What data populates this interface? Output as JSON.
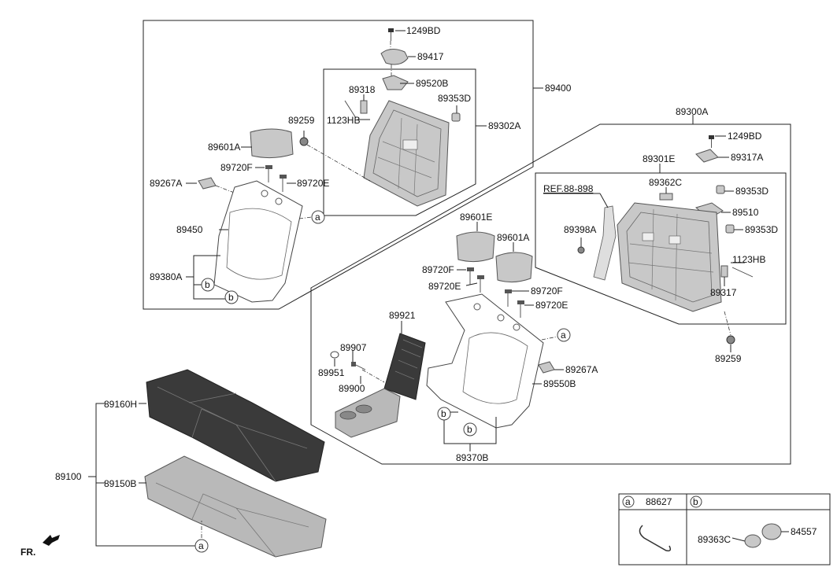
{
  "labels": {
    "p1249BD_a": "1249BD",
    "p89417": "89417",
    "p89318": "89318",
    "p89520B": "89520B",
    "p89400": "89400",
    "p89353D_a": "89353D",
    "p1123HB_a": "1123HB",
    "p89302A": "89302A",
    "p89259_a": "89259",
    "p89601A_a": "89601A",
    "p89720F_a": "89720F",
    "p89267A_a": "89267A",
    "p89720E_a": "89720E",
    "p89450": "89450",
    "p89380A": "89380A",
    "p89300A": "89300A",
    "p1249BD_b": "1249BD",
    "p89317A": "89317A",
    "p89301E": "89301E",
    "p89362C": "89362C",
    "pREF": "REF.88-898",
    "p89353D_b": "89353D",
    "p89510": "89510",
    "p89601E": "89601E",
    "p89601A_b": "89601A",
    "p89398A": "89398A",
    "p89353D_c": "89353D",
    "p1123HB_b": "1123HB",
    "p89720F_b": "89720F",
    "p89720E_b": "89720E",
    "p89720F_c": "89720F",
    "p89720E_c": "89720E",
    "p89317": "89317",
    "p89921": "89921",
    "p89259_b": "89259",
    "p89907": "89907",
    "p89951": "89951",
    "p89267A_b": "89267A",
    "p89900": "89900",
    "p89550B": "89550B",
    "p89160H": "89160H",
    "p89370B": "89370B",
    "p89100": "89100",
    "p89150B": "89150B",
    "fr": "FR."
  },
  "callouts": {
    "a": "a",
    "b": "b"
  },
  "legend": {
    "a_letter": "a",
    "a_part": "88627",
    "b_letter": "b",
    "b_part1": "89363C",
    "b_part2": "84557"
  }
}
